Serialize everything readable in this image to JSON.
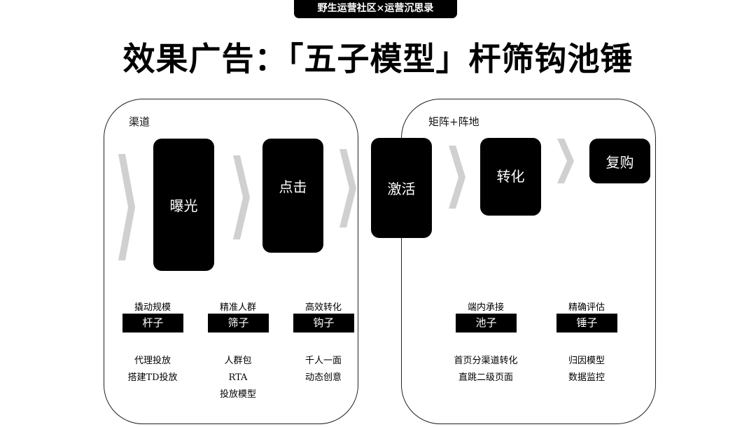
{
  "banner": "野生运营社区×运营沉思录",
  "title": "效果广告：「五子模型」杆筛钩池锤",
  "panels": {
    "left": {
      "label": "渠道"
    },
    "right": {
      "label": "矩阵+阵地"
    }
  },
  "stages": [
    {
      "label": "曝光"
    },
    {
      "label": "点击"
    },
    {
      "label": "激活"
    },
    {
      "label": "转化"
    },
    {
      "label": "复购"
    }
  ],
  "chevron_color": "#d0d0d0",
  "models": [
    {
      "caption": "撬动规模",
      "tag": "杆子",
      "details": [
        "代理投放",
        "搭建TD投放"
      ]
    },
    {
      "caption": "精准人群",
      "tag": "筛子",
      "details": [
        "人群包",
        "RTA",
        "投放模型"
      ]
    },
    {
      "caption": "高效转化",
      "tag": "钩子",
      "details": [
        "千人一面",
        "动态创意"
      ]
    },
    {
      "caption": "端内承接",
      "tag": "池子",
      "details": [
        "首页分渠道转化",
        "直跳二级页面"
      ]
    },
    {
      "caption": "精确评估",
      "tag": "锤子",
      "details": [
        "归因模型",
        "数据监控"
      ]
    }
  ]
}
